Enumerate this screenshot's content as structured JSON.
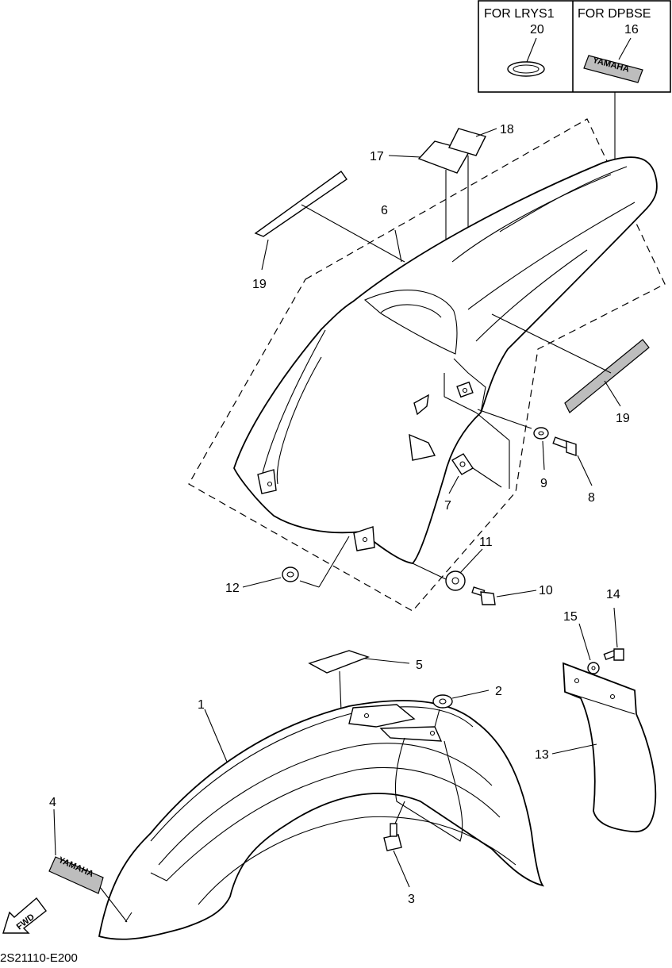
{
  "variant_box": {
    "left_header": "FOR LRYS1",
    "left_part": "20",
    "right_header": "FOR DPBSE",
    "right_part": "16"
  },
  "callouts": {
    "p1": "1",
    "p2": "2",
    "p3": "3",
    "p4": "4",
    "p5": "5",
    "p6": "6",
    "p7": "7",
    "p8": "8",
    "p9": "9",
    "p10": "10",
    "p11": "11",
    "p12": "12",
    "p13": "13",
    "p14": "14",
    "p15": "15",
    "p17": "17",
    "p18": "18",
    "p19a": "19",
    "p19b": "19"
  },
  "decal_text": "YAMAHA",
  "fwd_text": "FWD",
  "drawing_code": "2S21110-E200"
}
